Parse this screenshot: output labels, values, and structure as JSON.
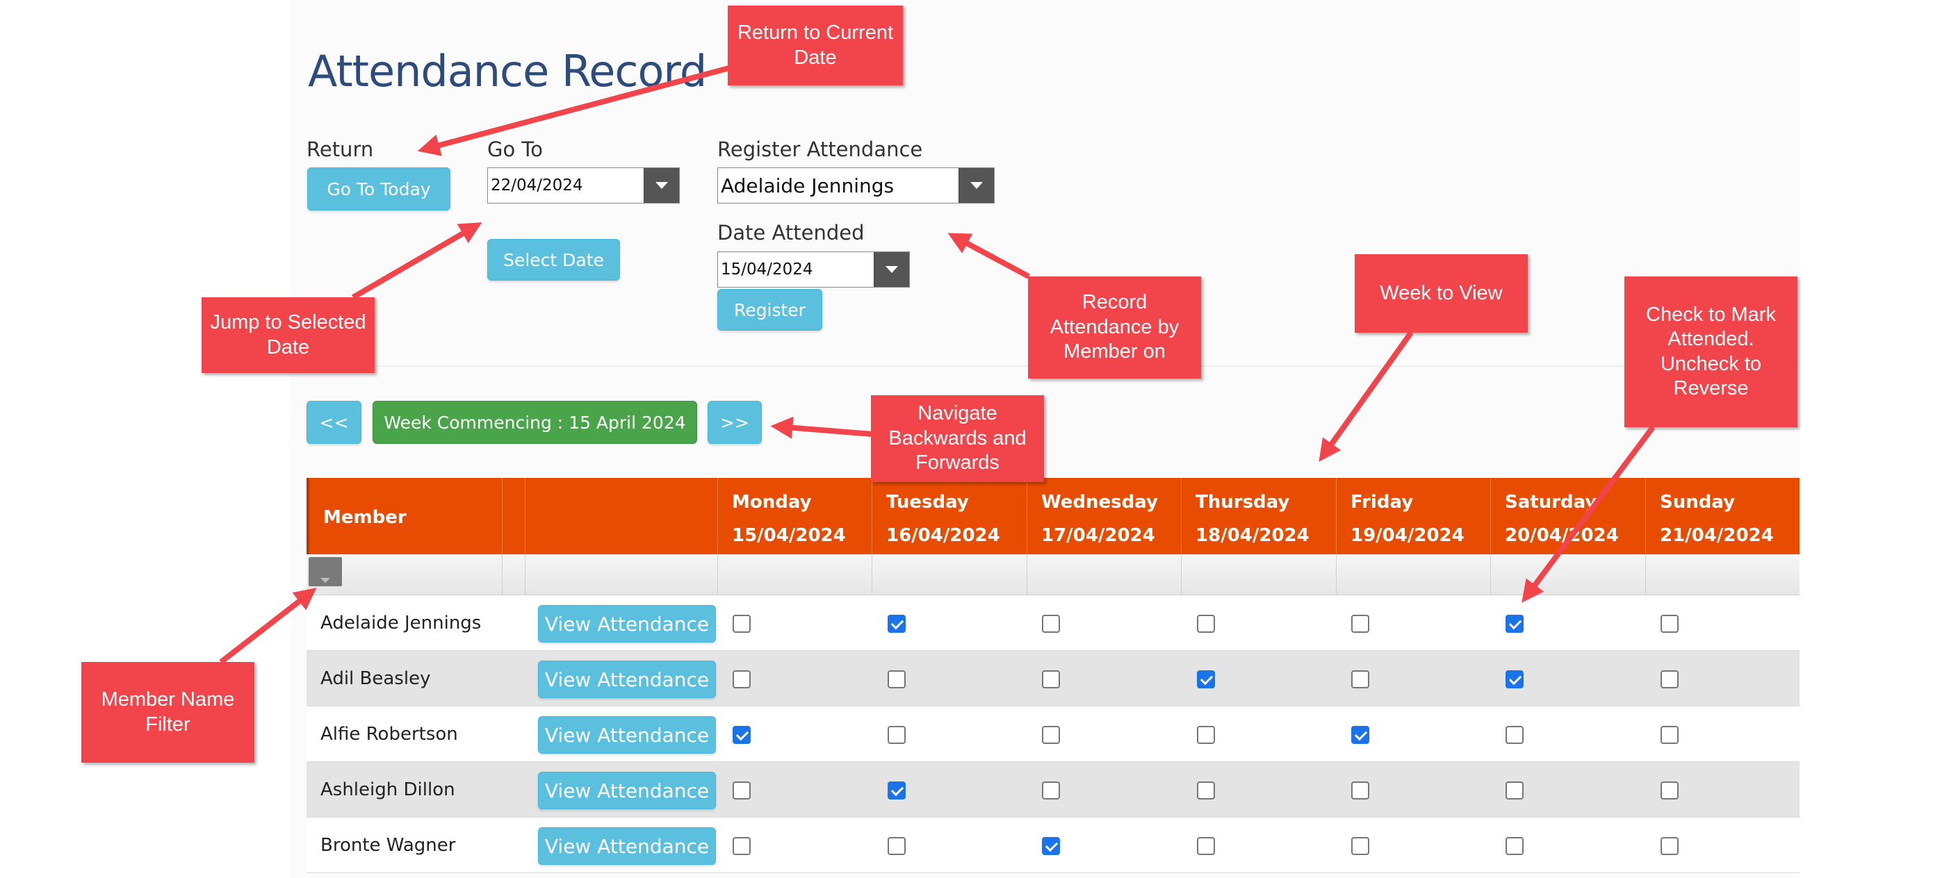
{
  "page": {
    "title": "Attendance Record"
  },
  "controls": {
    "return_label": "Return",
    "go_to_today": "Go To Today",
    "go_to_label": "Go To",
    "go_to_date": "22/04/2024",
    "select_date": "Select Date",
    "register_label": "Register Attendance",
    "register_member": "Adelaide Jennings",
    "date_attended_label": "Date Attended",
    "date_attended": "15/04/2024",
    "register_button": "Register"
  },
  "week_nav": {
    "prev": "<<",
    "next": ">>",
    "week_label": "Week Commencing : 15 April 2024"
  },
  "table": {
    "member_header": "Member",
    "view_button": "View Attendance",
    "days": [
      {
        "name": "Monday",
        "date": "15/04/2024"
      },
      {
        "name": "Tuesday",
        "date": "16/04/2024"
      },
      {
        "name": "Wednesday",
        "date": "17/04/2024"
      },
      {
        "name": "Thursday",
        "date": "18/04/2024"
      },
      {
        "name": "Friday",
        "date": "19/04/2024"
      },
      {
        "name": "Saturday",
        "date": "20/04/2024"
      },
      {
        "name": "Sunday",
        "date": "21/04/2024"
      }
    ],
    "rows": [
      {
        "name": "Adelaide Jennings",
        "attended": [
          false,
          true,
          false,
          false,
          false,
          true,
          false
        ]
      },
      {
        "name": "Adil Beasley",
        "attended": [
          false,
          false,
          false,
          true,
          false,
          true,
          false
        ]
      },
      {
        "name": "Alfie Robertson",
        "attended": [
          true,
          false,
          false,
          false,
          true,
          false,
          false
        ]
      },
      {
        "name": "Ashleigh Dillon",
        "attended": [
          false,
          true,
          false,
          false,
          false,
          false,
          false
        ]
      },
      {
        "name": "Bronte Wagner",
        "attended": [
          false,
          false,
          true,
          false,
          false,
          false,
          false
        ]
      }
    ]
  },
  "callouts": {
    "return_current": "Return to Current Date",
    "jump_selected": "Jump to Selected Date",
    "record_attendance": "Record Attendance by Member on",
    "week_to_view": "Week to View",
    "check_to_mark": "Check to Mark Attended. Uncheck to Reverse",
    "navigate": "Navigate Backwards and Forwards",
    "member_filter": "Member Name Filter"
  },
  "colors": {
    "header_orange": "#e84c00",
    "button_blue": "#5bc0de",
    "week_green": "#4aa54a",
    "callout_red": "#f2444b",
    "title_blue": "#2d4c7c",
    "checkbox_blue": "#1a73e8"
  }
}
